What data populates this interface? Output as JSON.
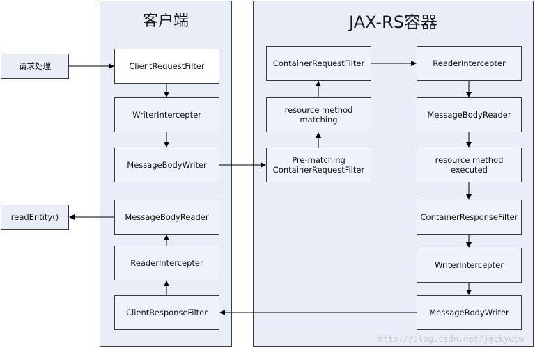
{
  "client": {
    "title": "客户端"
  },
  "container": {
    "title": "JAX-RS容器"
  },
  "external": {
    "request": "请求处理",
    "read": "readEntity()"
  },
  "client_boxes": {
    "request_filter": "ClientRequestFilter",
    "writer_interceptor": "WriterIntercepter",
    "body_writer": "MessageBodyWriter",
    "body_reader": "MessageBodyReader",
    "reader_interceptor": "ReaderIntercepter",
    "response_filter": "ClientResponseFilter"
  },
  "container_left": {
    "request_filter": "ContainerRequestFilter",
    "method_matching": "resource method\nmatching",
    "prematching_filter": "Pre-matching\nContainerRequestFilter"
  },
  "container_right": {
    "reader_interceptor": "ReaderIntercepter",
    "body_reader": "MessageBodyReader",
    "method_executed": "resource method\nexecuted",
    "response_filter": "ContainerResponseFilter",
    "writer_interceptor": "WriterIntercepter",
    "body_writer": "MessageBodyWriter"
  },
  "watermark": "http://blog.csdn.net/jackywcw"
}
